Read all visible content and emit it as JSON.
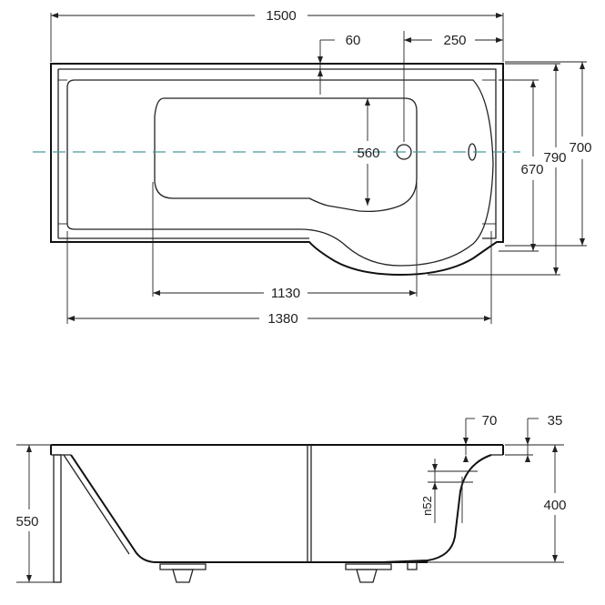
{
  "top_view": {
    "dim_overall_length": "1500",
    "dim_60": "60",
    "dim_250": "250",
    "dim_560": "560",
    "dim_670": "670",
    "dim_790": "790",
    "dim_700": "700",
    "dim_1130": "1130",
    "dim_1380": "1380"
  },
  "side_view": {
    "dim_70": "70",
    "dim_35": "35",
    "dim_n52": "n52",
    "dim_400": "400",
    "dim_550": "550"
  },
  "colors": {
    "lines": "#222222",
    "centerline": "#4a9a9a",
    "background": "#ffffff"
  }
}
